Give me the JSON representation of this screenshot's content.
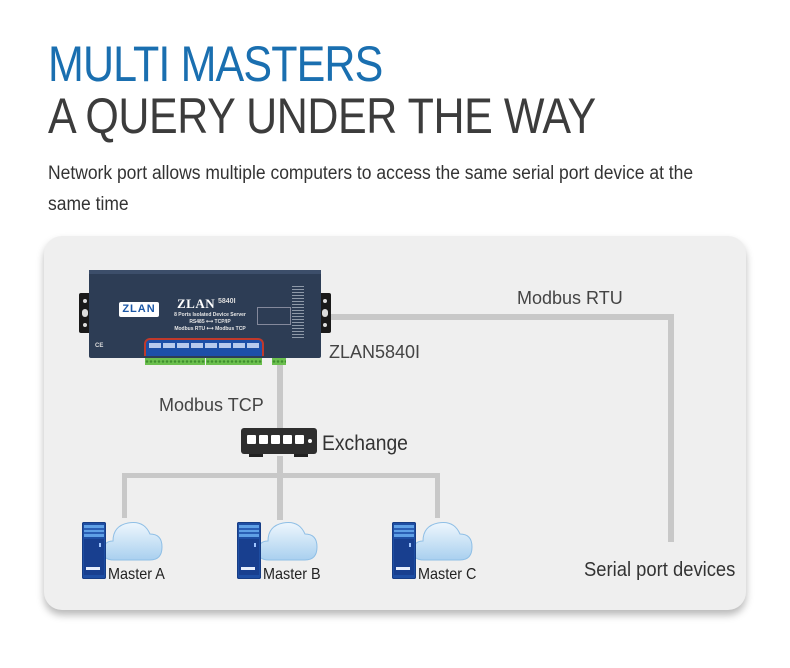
{
  "header": {
    "title_line1": "MULTI MASTERS",
    "title_line2": "A QUERY UNDER THE WAY",
    "subtitle": "Network port allows multiple computers to access the same serial port device at the same time"
  },
  "colors": {
    "accent": "#1a6fb0",
    "title_dark": "#3c3c3c",
    "panel_bg": "#efefef",
    "line": "#c8c8c8",
    "device_body": "#2d3d55",
    "server_blue": "#1e4ea3"
  },
  "diagram": {
    "device": {
      "logo": "ZLAN",
      "brand": "ZLAN",
      "model_short": "5840I",
      "description": [
        "8 Ports Isolated Device Server",
        "RS485 ⟷ TCP/IP",
        "Modbus RTU ⟷ Modbus TCP"
      ],
      "ce_mark": "CE",
      "model_label": "ZLAN5840I"
    },
    "links": {
      "device_to_serial": "Modbus RTU",
      "device_to_switch": "Modbus TCP"
    },
    "switch": {
      "label": "Exchange",
      "icon": "network-switch-icon"
    },
    "masters": [
      {
        "label": "Master A",
        "icon": "server-cloud-icon"
      },
      {
        "label": "Master B",
        "icon": "server-cloud-icon"
      },
      {
        "label": "Master C",
        "icon": "server-cloud-icon"
      }
    ],
    "serial_devices": {
      "label": "Serial port devices"
    }
  }
}
